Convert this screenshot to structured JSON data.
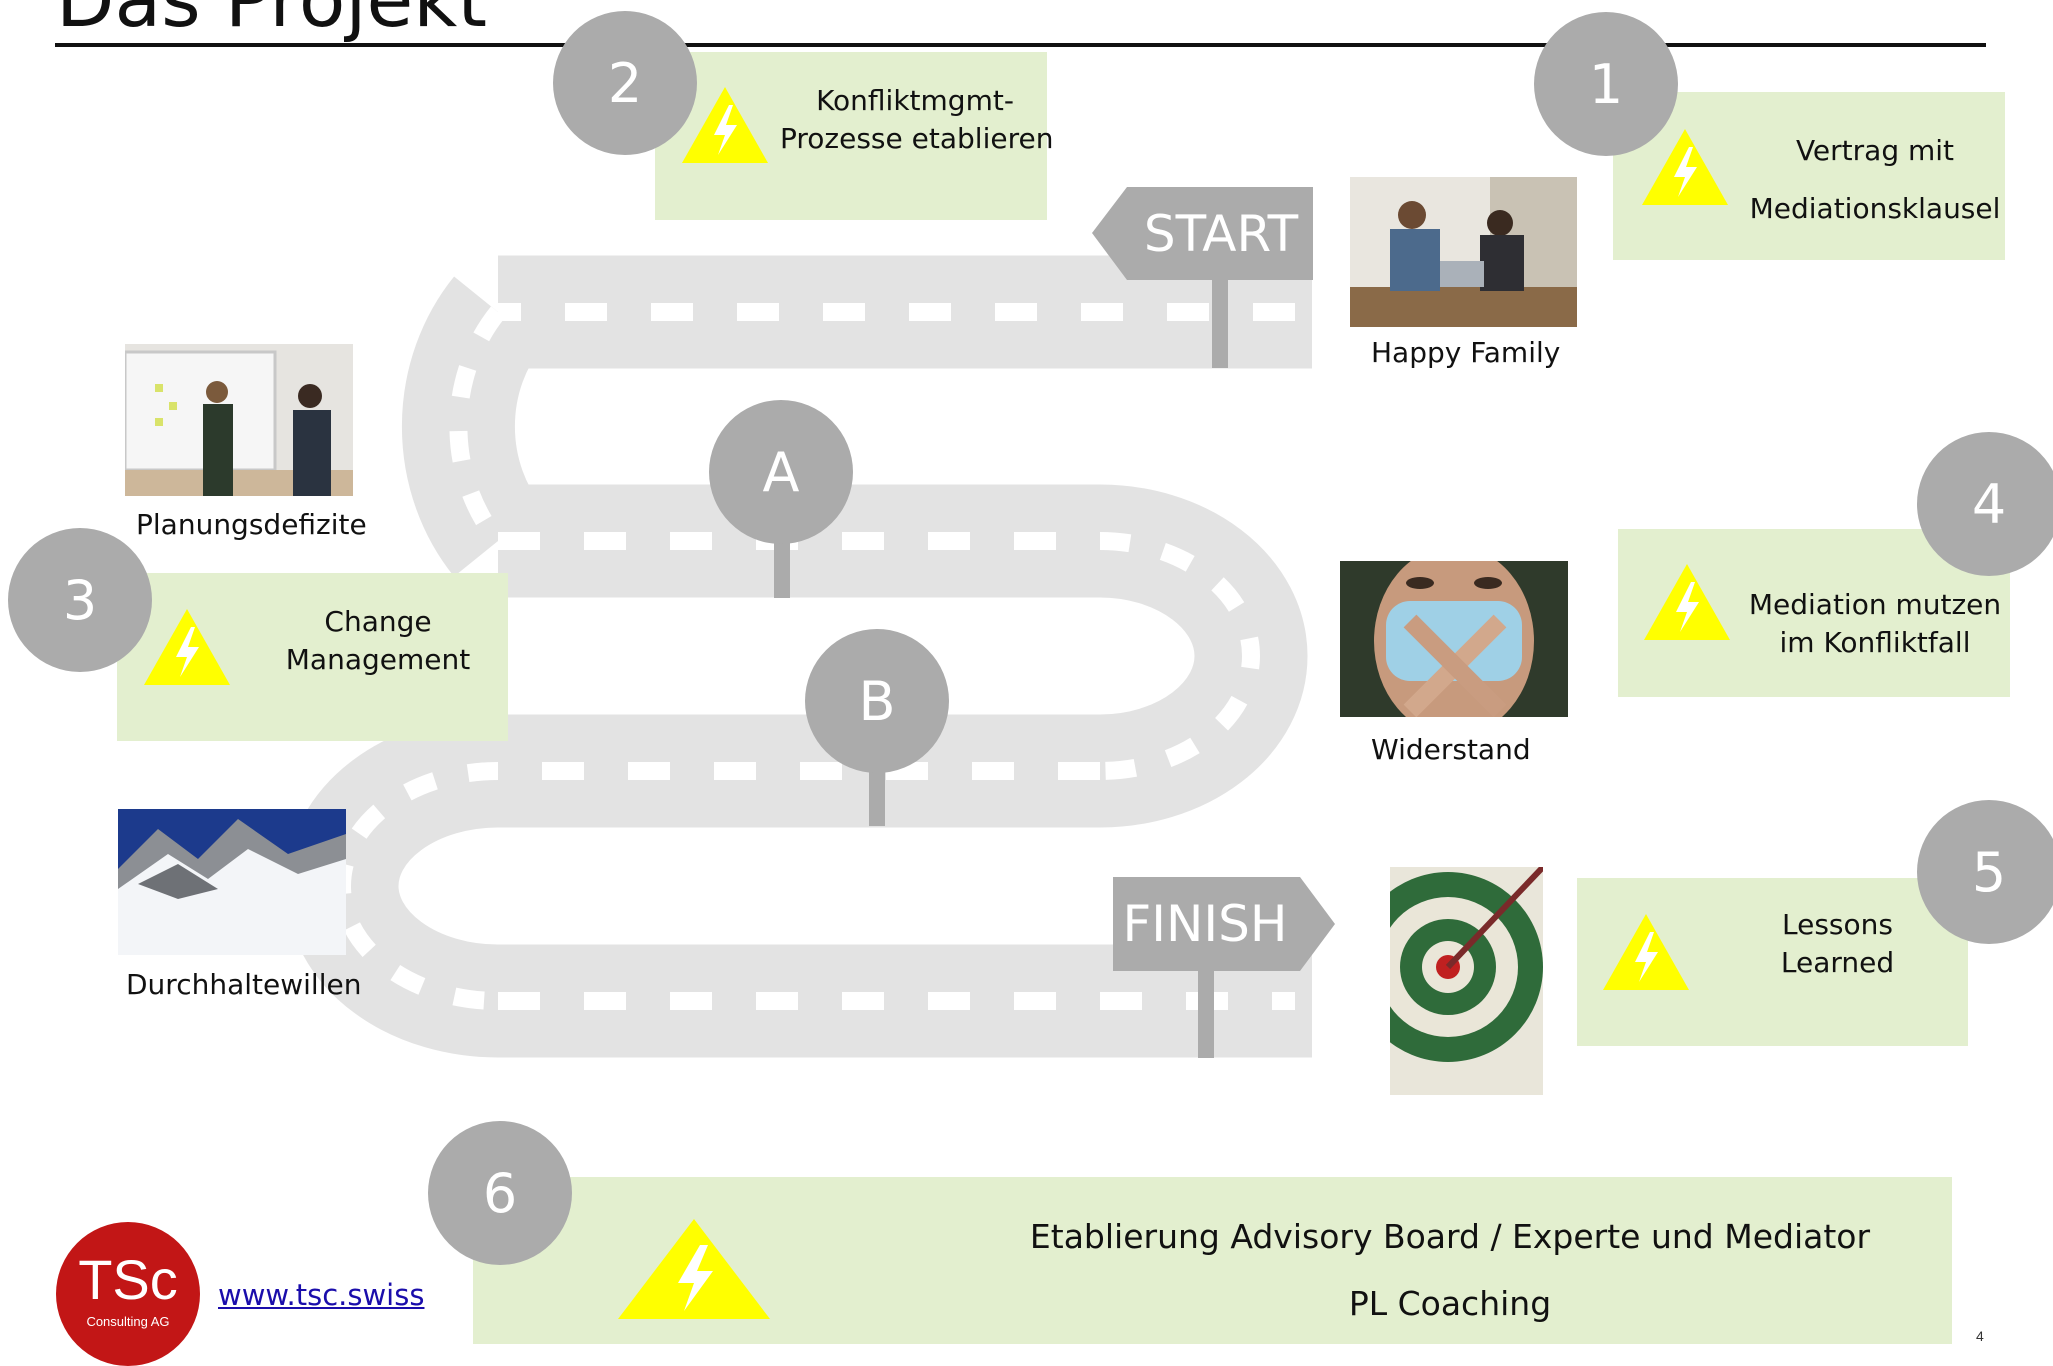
{
  "page": {
    "title": "Das Projekt",
    "page_number": "4"
  },
  "road": {
    "start_label": "START",
    "finish_label": "FINISH",
    "milestone_a": "A",
    "milestone_b": "B"
  },
  "steps": [
    {
      "number": "1",
      "lines": [
        "Vertrag mit",
        "Mediationsklausel"
      ]
    },
    {
      "number": "2",
      "lines": [
        "Konfliktmgmt-",
        "Prozesse etablieren"
      ]
    },
    {
      "number": "3",
      "lines": [
        "Change",
        "Management"
      ]
    },
    {
      "number": "4",
      "lines": [
        "Mediation mutzen",
        "im Konfliktfall"
      ]
    },
    {
      "number": "5",
      "lines": [
        "Lessons",
        "Learned"
      ]
    },
    {
      "number": "6",
      "lines": [
        "Etablierung Advisory Board / Experte und Mediator",
        "PL Coaching"
      ]
    }
  ],
  "photos": {
    "happy_family": "Happy Family",
    "planungsdefizite": "Planungsdefizite",
    "widerstand": "Widerstand",
    "durchhaltewillen": "Durchhaltewillen"
  },
  "footer": {
    "logo_main": "TSc",
    "logo_sub": "Consulting AG",
    "website": "www.tsc.swiss"
  },
  "colors": {
    "box_fill": "#e3efcf",
    "badge_fill": "#ababab",
    "road": "#e3e3e3",
    "warning": "#ffff00",
    "logo_red": "#c21616"
  },
  "icons": {
    "warning": "warning-lightning-icon"
  }
}
